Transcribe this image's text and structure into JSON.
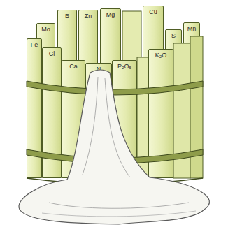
{
  "diagram": {
    "nodes": [
      {
        "text": [
          "Mo"
        ]
      },
      {
        "text": [
          "B"
        ]
      },
      {
        "text": [
          "Zn"
        ]
      },
      {
        "text": [
          "Mg"
        ]
      },
      {
        "text": [
          "Cu"
        ]
      },
      {
        "text": [
          "S"
        ]
      },
      {
        "text": [
          "Mn"
        ]
      },
      {
        "text": [
          "Fe"
        ]
      },
      {
        "text": [
          "Cl"
        ]
      },
      {
        "text": [
          "Ca"
        ]
      },
      {
        "text": [
          "N"
        ]
      },
      {
        "text": [
          "P₂O₅"
        ]
      },
      {
        "text": [
          "K₂O"
        ]
      }
    ]
  }
}
